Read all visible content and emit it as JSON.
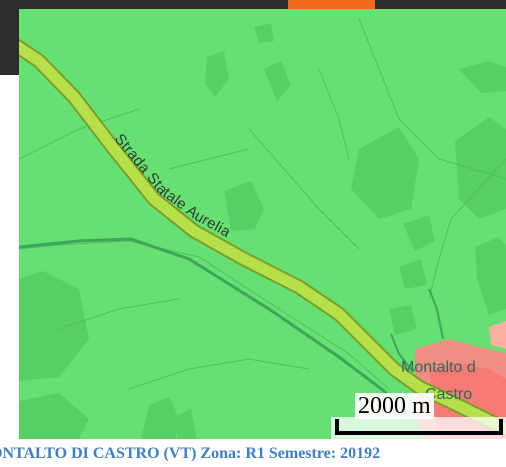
{
  "header": {
    "background_color": "#2c2c2c",
    "accent_color": "#f26b1d"
  },
  "map": {
    "land_color": "#67e073",
    "road_color": "#b6e04a",
    "urban_color": "#ff8080",
    "road_label": "Strada Statale Aurelia",
    "place_label_line1": "Montalto d",
    "place_label_line2": "Castro",
    "scale_label": "2000 m"
  },
  "caption": {
    "text": "ONTALTO DI CASTRO (VT) Zona: R1 Semestre: 20192"
  }
}
